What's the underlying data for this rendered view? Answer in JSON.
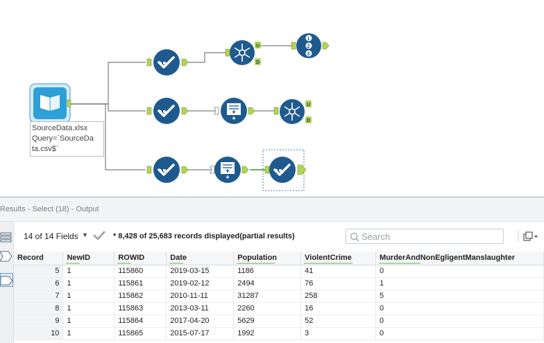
{
  "canvas": {
    "input_annotation": "SourceData.xlsx\nQuery=`SourceDa\nta.csv$`",
    "anchor_labels": {
      "unique": "U",
      "dupes": "D"
    },
    "count_glyphs": [
      "1",
      "2",
      "3"
    ],
    "colors": {
      "tool_blue": "#1f5a8f",
      "anchor_green": "#b4d455",
      "connector": "#7d7d7d",
      "selected_connector": "#3f8f3f"
    }
  },
  "results": {
    "title": "Results - Select (18) - Output",
    "fields_select": "14 of 14 Fields",
    "records_info": "* 8,428 of 25,683 records displayed(partial results)",
    "search_placeholder": "Search",
    "columns": [
      "Record",
      "NewID",
      "ROWID",
      "Date",
      "Population",
      "ViolentCrime",
      "MurderAndNonEgligentManslaughter"
    ],
    "rows": [
      [
        "5",
        "1",
        "115860",
        "2019-03-15",
        "1186",
        "41",
        "0"
      ],
      [
        "6",
        "1",
        "115861",
        "2019-02-12",
        "2494",
        "76",
        "1"
      ],
      [
        "7",
        "1",
        "115862",
        "2010-11-11",
        "31287",
        "258",
        "5"
      ],
      [
        "8",
        "1",
        "115863",
        "2013-03-11",
        "2260",
        "16",
        "0"
      ],
      [
        "9",
        "1",
        "115864",
        "2017-04-20",
        "5629",
        "52",
        "0"
      ],
      [
        "10",
        "1",
        "115865",
        "2015-07-17",
        "1992",
        "3",
        "0"
      ]
    ]
  }
}
